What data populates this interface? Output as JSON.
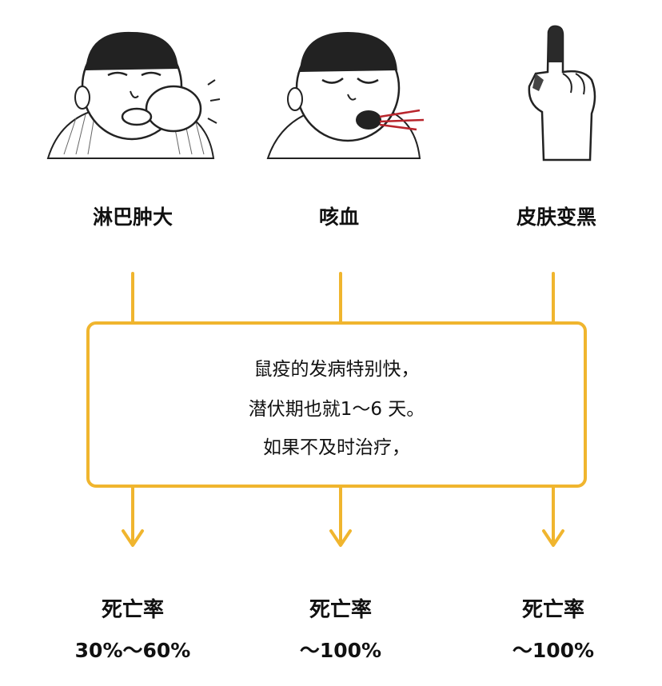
{
  "symptoms": [
    {
      "label": "淋巴肿大"
    },
    {
      "label": "咳血"
    },
    {
      "label": "皮肤变黑"
    }
  ],
  "info": {
    "lines": [
      "鼠疫的发病特别快，",
      "潜伏期也就1～6 天。",
      "如果不及时治疗，"
    ]
  },
  "outcomes": [
    {
      "label": "死亡率",
      "value": "30%～60%"
    },
    {
      "label": "死亡率",
      "value": "～100%"
    },
    {
      "label": "死亡率",
      "value": "～100%"
    }
  ],
  "colors": {
    "connector": "#f0b52e",
    "blood": "#b8252c"
  }
}
